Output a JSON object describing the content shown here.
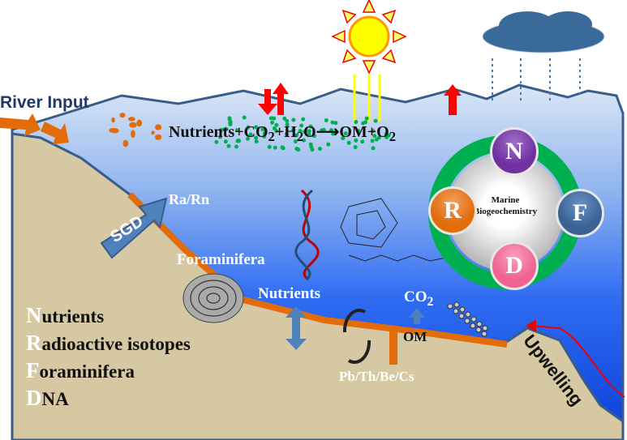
{
  "labels": {
    "river_input": "River Input",
    "equation_left": "Nutrients+CO",
    "equation_sub1": "2",
    "equation_mid": "+H",
    "equation_sub2": "2",
    "equation_o": "O",
    "equation_right": "OM+O",
    "equation_sub3": "2",
    "ra_rn": "Ra/Rn",
    "sgd": "SGD",
    "foraminifera": "Foraminifera",
    "nutrients_flux": "Nutrients",
    "co2": "CO",
    "co2_sub": "2",
    "om": "OM",
    "pb_th": "Pb/Th/Be/Cs",
    "upwelling": "Upwelling"
  },
  "legend": [
    {
      "initial": "N",
      "rest": "utrients"
    },
    {
      "initial": "R",
      "rest": "adioactive isotopes"
    },
    {
      "initial": "F",
      "rest": "oraminifera"
    },
    {
      "initial": "D",
      "rest": "NA"
    }
  ],
  "hub": {
    "center_line1": "Marine",
    "center_line2": "Biogeochemistry",
    "nodes": [
      {
        "letter": "N",
        "color": "#7030a0"
      },
      {
        "letter": "F",
        "color": "#3a6394"
      },
      {
        "letter": "D",
        "color": "#f06292"
      },
      {
        "letter": "R",
        "color": "#e36c0a"
      }
    ],
    "ring_color": "#00b050"
  }
}
